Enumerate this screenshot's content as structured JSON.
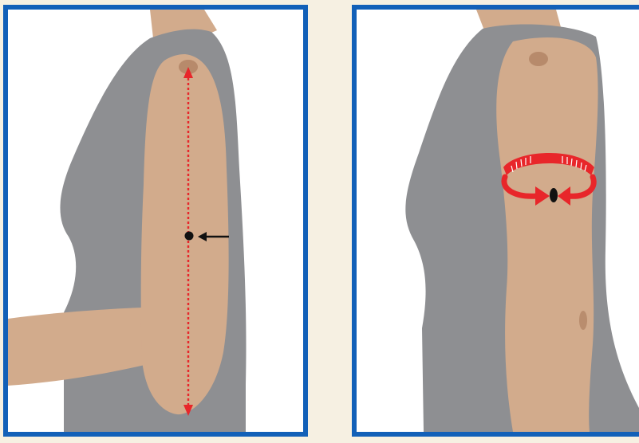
{
  "panels": [
    {
      "id": "left",
      "subject": "upper-arm-length-measurement",
      "annotations": [
        "red-dotted-vertical-line",
        "midpoint-dot",
        "pointer-arrow"
      ]
    },
    {
      "id": "right",
      "subject": "upper-arm-circumference-measurement",
      "annotations": [
        "red-measuring-tape",
        "curved-red-arrows",
        "midpoint-dot"
      ]
    }
  ],
  "colors": {
    "frame": "#1260b8",
    "background": "#f6f0e2",
    "skin": "#d2ab8c",
    "shirt": "#8e8f92",
    "measure": "#e8262a",
    "marker": "#111111"
  }
}
